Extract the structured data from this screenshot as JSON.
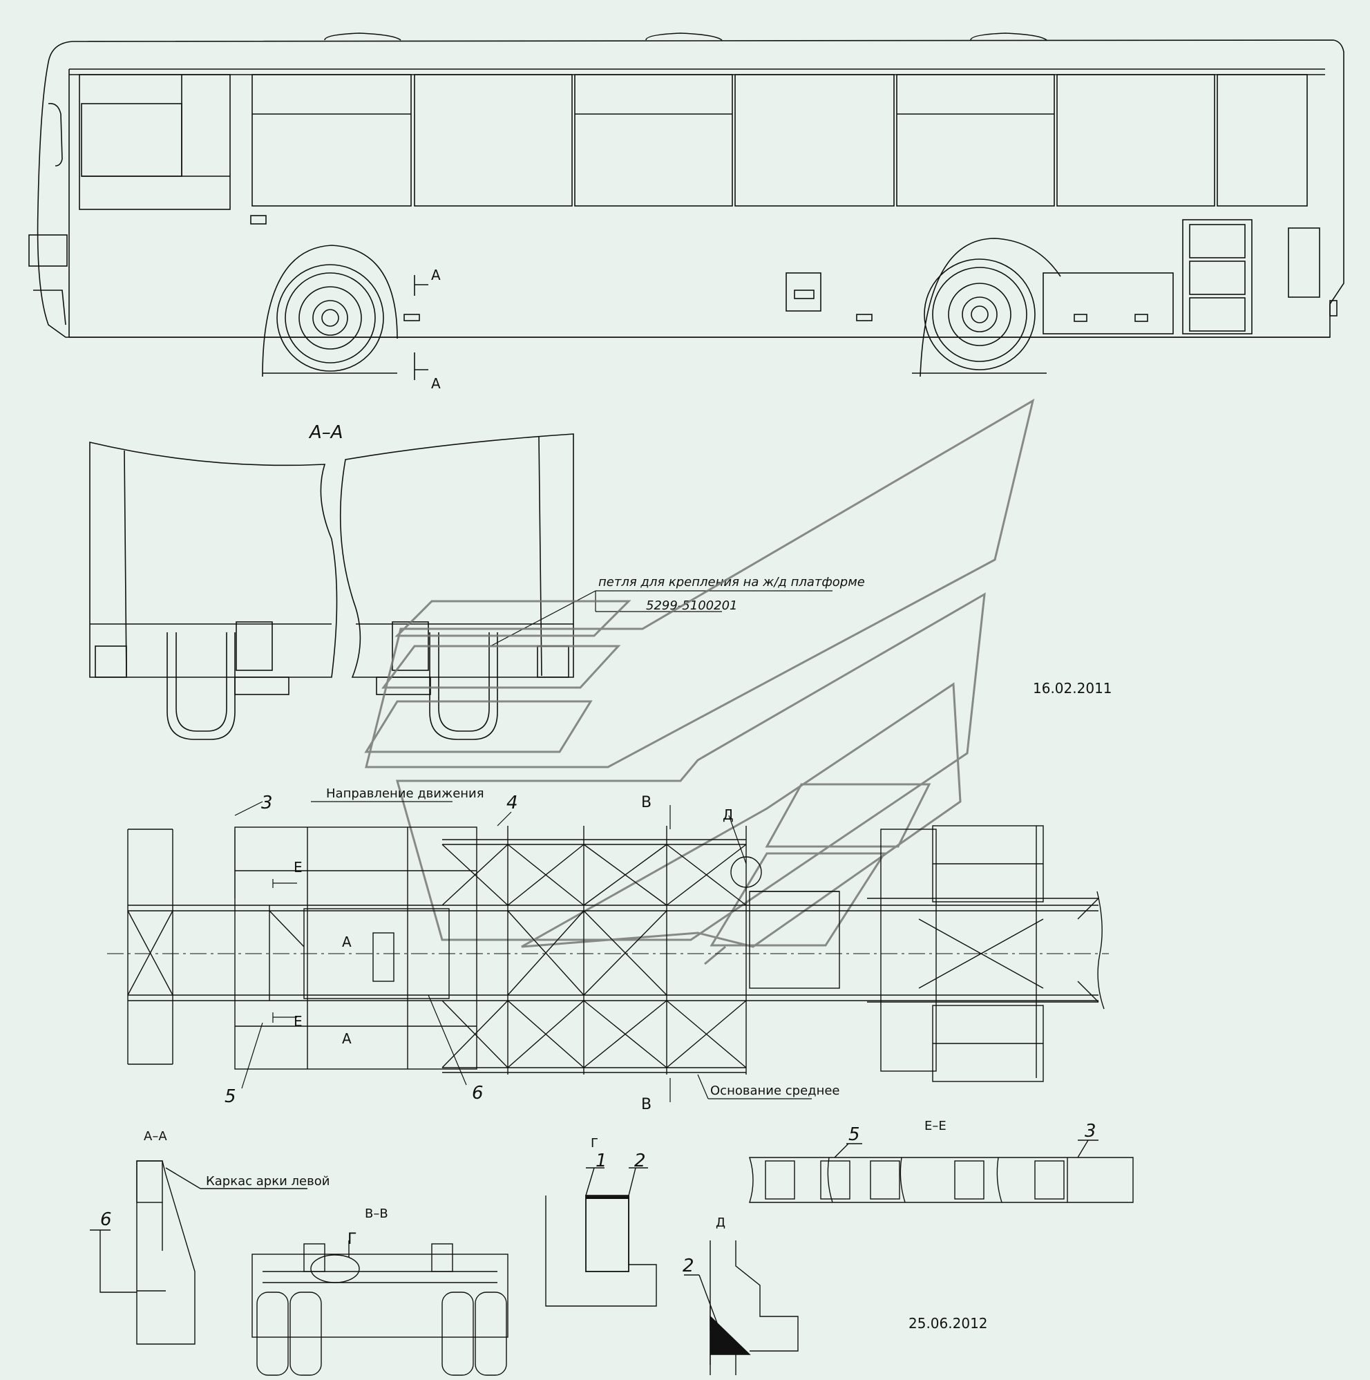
{
  "texts": {
    "secA_top": "A",
    "secA_bottom": "A",
    "section_aa": "А–А",
    "note_loop": "петля для крепления на ж/д платформе",
    "part_number": "5299-5100201",
    "date_first": "16.02.2011",
    "direction": "Направление движения",
    "mark_3": "3",
    "mark_4": "4",
    "mark_5": "5",
    "mark_6": "6",
    "mark_v_top": "В",
    "mark_v_bottom": "В",
    "mark_d": "Д",
    "mark_e_top": "Е",
    "mark_e_bottom": "Е",
    "mark_a_top": "А",
    "mark_a_bottom": "А",
    "base_middle": "Основание среднее",
    "view_aa": "А–А",
    "frame_arch": "Каркас арки левой",
    "view_6": "6",
    "view_vv": "В–В",
    "view_g_mark": "Г",
    "view_g": "Г",
    "g_1": "1",
    "g_2": "2",
    "view_d": "Д",
    "d_2": "2",
    "view_ee": "Е–Е",
    "ee_5": "5",
    "ee_3": "3",
    "date_second": "25.06.2012"
  }
}
